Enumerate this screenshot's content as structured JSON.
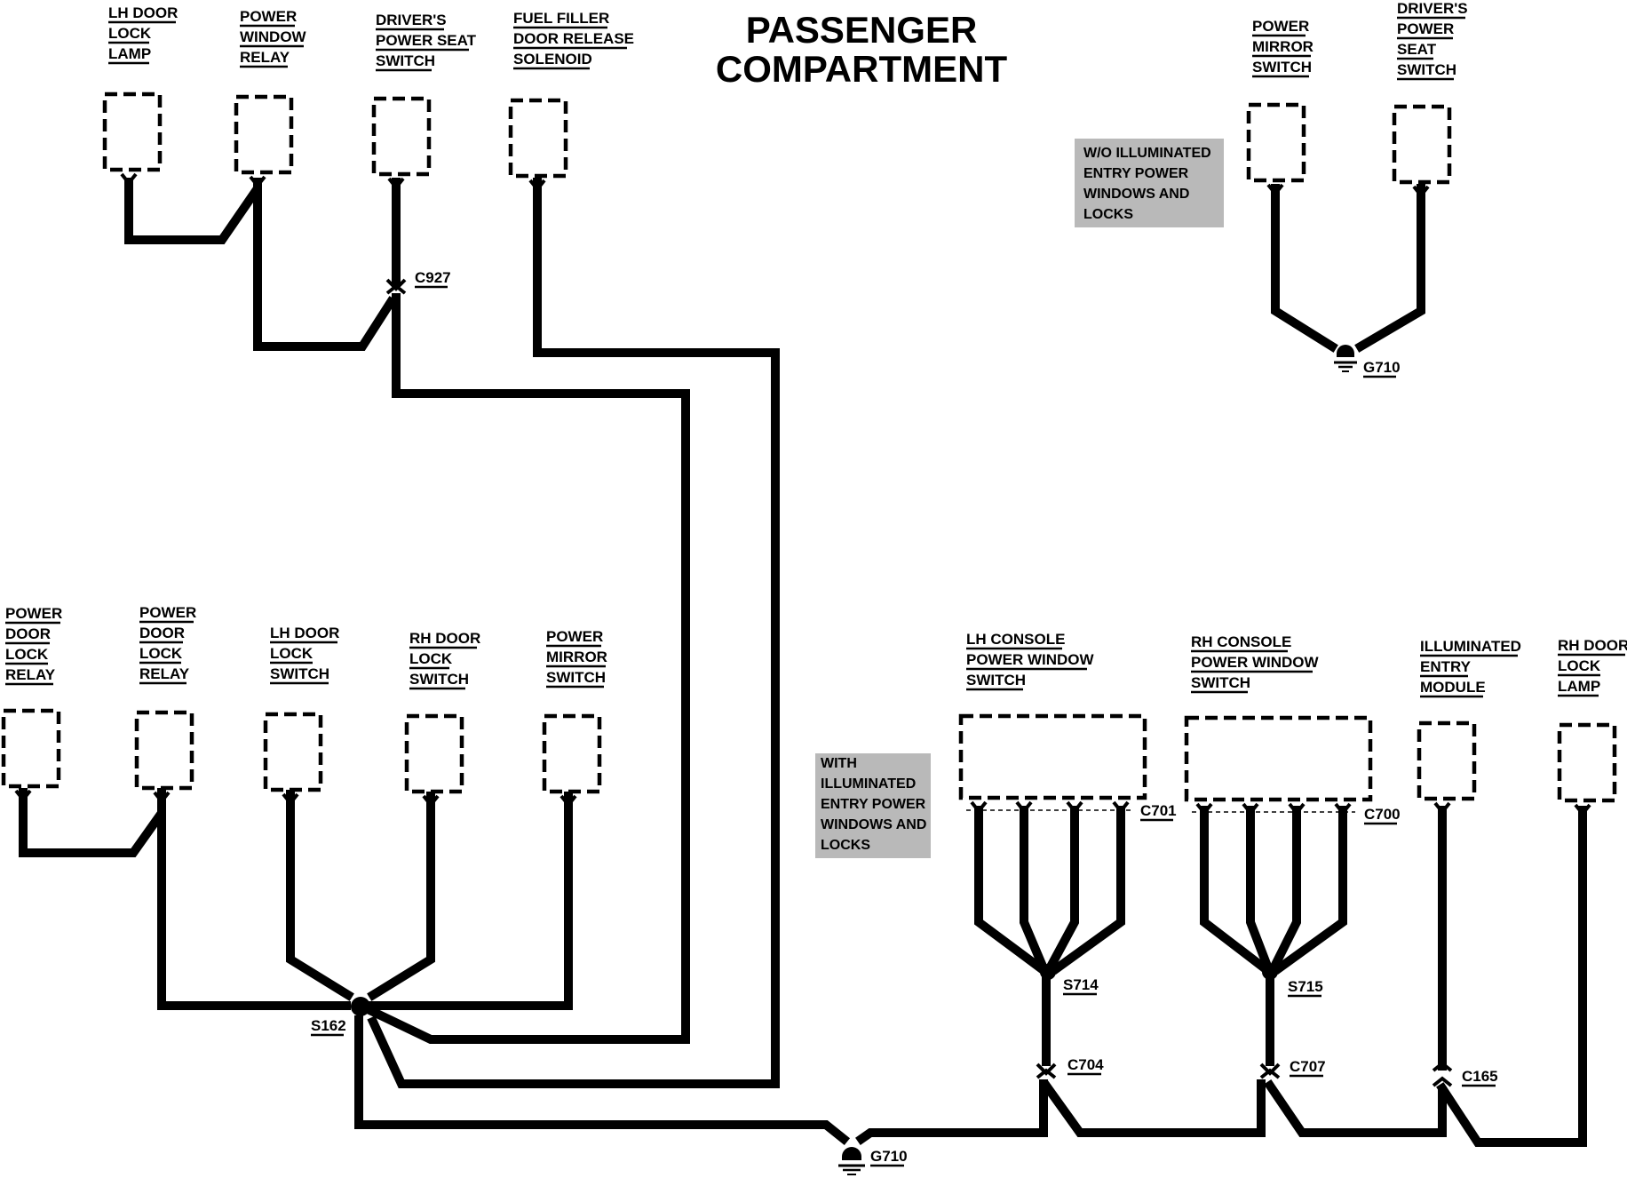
{
  "title": {
    "line1": "PASSENGER",
    "line2": "COMPARTMENT"
  },
  "notes": {
    "without_illuminated": [
      "W/O ILLUMINATED",
      "ENTRY POWER",
      "WINDOWS AND",
      "LOCKS"
    ],
    "with_illuminated": [
      "WITH",
      "ILLUMINATED",
      "ENTRY POWER",
      "WINDOWS AND",
      "LOCKS"
    ]
  },
  "components": {
    "lh_door_lock_lamp": [
      "LH DOOR",
      "LOCK",
      "LAMP"
    ],
    "power_window_relay": [
      "POWER",
      "WINDOW",
      "RELAY"
    ],
    "drivers_power_seat_switch": [
      "DRIVER'S",
      "POWER SEAT",
      "SWITCH"
    ],
    "fuel_filler_door_release_solenoid": [
      "FUEL FILLER",
      "DOOR RELEASE",
      "SOLENOID"
    ],
    "power_mirror_switch_top": [
      "POWER",
      "MIRROR",
      "SWITCH"
    ],
    "drivers_power_seat_switch_top": [
      "DRIVER'S",
      "POWER",
      "SEAT",
      "SWITCH"
    ],
    "power_door_lock_relay_1": [
      "POWER",
      "DOOR",
      "LOCK",
      "RELAY"
    ],
    "power_door_lock_relay_2": [
      "POWER",
      "DOOR",
      "LOCK",
      "RELAY"
    ],
    "lh_door_lock_switch": [
      "LH DOOR",
      "LOCK",
      "SWITCH"
    ],
    "rh_door_lock_switch": [
      "RH DOOR",
      "LOCK",
      "SWITCH"
    ],
    "power_mirror_switch_bottom": [
      "POWER",
      "MIRROR",
      "SWITCH"
    ],
    "lh_console_power_window_switch": [
      "LH CONSOLE",
      "POWER WINDOW",
      "SWITCH"
    ],
    "rh_console_power_window_switch": [
      "RH CONSOLE",
      "POWER WINDOW",
      "SWITCH"
    ],
    "illuminated_entry_module": [
      "ILLUMINATED",
      "ENTRY",
      "MODULE"
    ],
    "rh_door_lock_lamp": [
      "RH DOOR",
      "LOCK",
      "LAMP"
    ]
  },
  "references": {
    "c927": "C927",
    "g710_top": "G710",
    "s162": "S162",
    "g710_bottom": "G710",
    "c701": "C701",
    "c700": "C700",
    "s714": "S714",
    "s715": "S715",
    "c704": "C704",
    "c707": "C707",
    "c165": "C165"
  }
}
